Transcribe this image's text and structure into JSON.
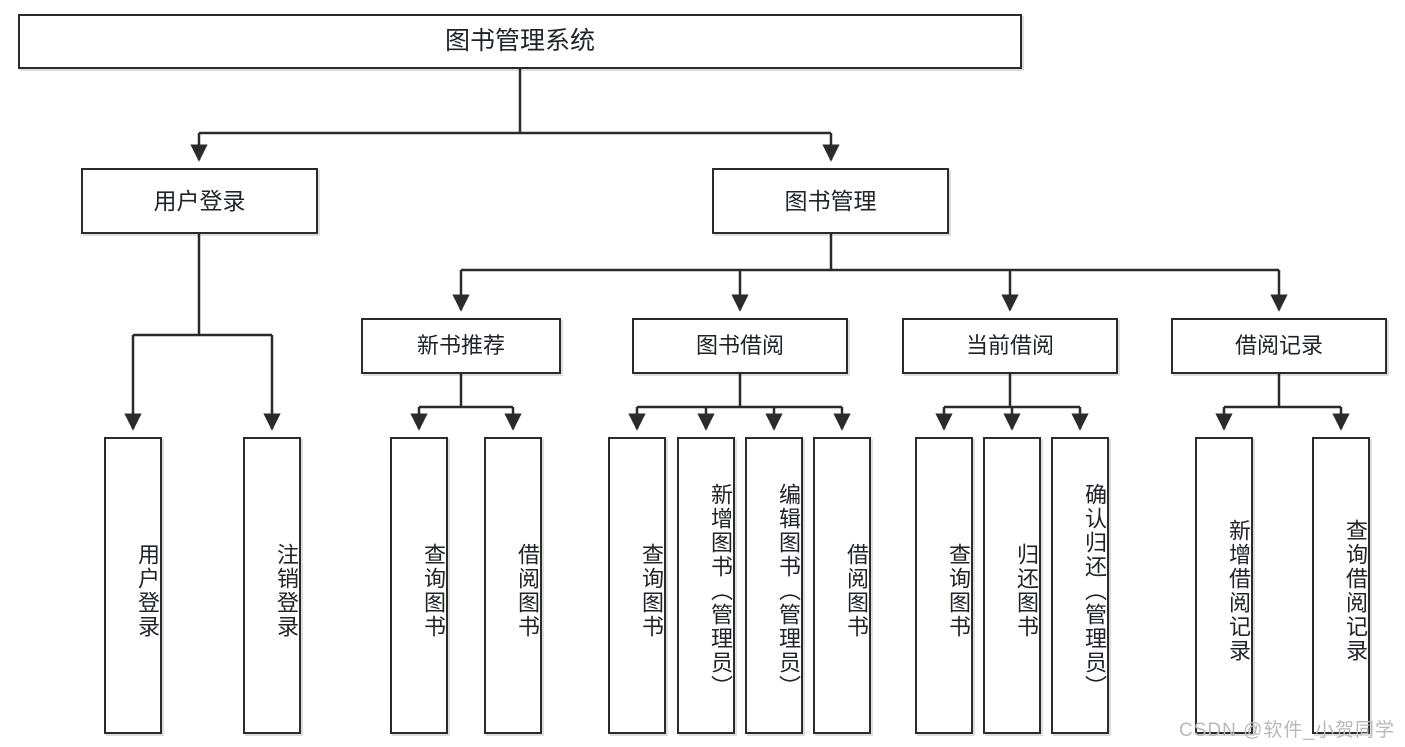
{
  "diagram": {
    "title": "图书管理系统",
    "type": "hierarchy-tree",
    "colors": {
      "box_border": "#2b2b2b",
      "box_fill": "#ffffff",
      "connector": "#2b2b2b",
      "watermark": "#b9b9b9",
      "page_background": "#ffffff"
    },
    "nodes": {
      "root": {
        "label": "图书管理系统"
      },
      "level2": [
        {
          "label": "用户登录"
        },
        {
          "label": "图书管理"
        }
      ],
      "level3": [
        {
          "label": "新书推荐"
        },
        {
          "label": "图书借阅"
        },
        {
          "label": "当前借阅"
        },
        {
          "label": "借阅记录"
        }
      ],
      "leaves": {
        "user_login": [
          {
            "label": "用户登录"
          },
          {
            "label": "注销登录"
          }
        ],
        "new_book_recommend": [
          {
            "label": "查询图书"
          },
          {
            "label": "借阅图书"
          }
        ],
        "book_borrow": [
          {
            "label": "查询图书"
          },
          {
            "label": "新增图书（管理员）"
          },
          {
            "label": "编辑图书（管理员）"
          },
          {
            "label": "借阅图书"
          }
        ],
        "current_borrow": [
          {
            "label": "查询图书"
          },
          {
            "label": "归还图书"
          },
          {
            "label": "确认归还（管理员）"
          }
        ],
        "borrow_record": [
          {
            "label": "新增借阅记录"
          },
          {
            "label": "查询借阅记录"
          }
        ]
      }
    },
    "watermark": "CSDN @软件_小贺同学"
  }
}
